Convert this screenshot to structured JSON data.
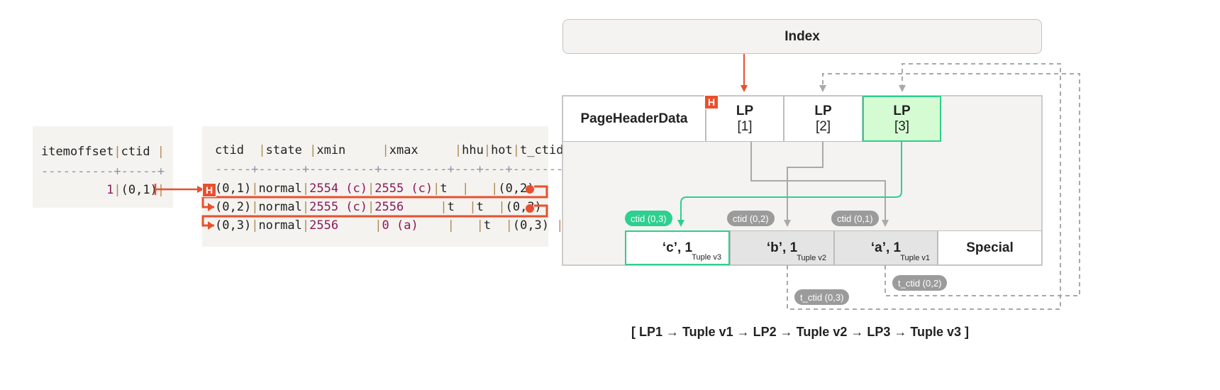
{
  "left_table": {
    "header": {
      "c1": "itemoffset",
      "c2": "ctid"
    },
    "separator": "----------+-----+",
    "row": {
      "itemoffset": "1",
      "ctid": "(0,1)"
    }
  },
  "main_table": {
    "headers": [
      "ctid",
      "state",
      "xmin",
      "xmax",
      "hhu",
      "hot",
      "t_ctid"
    ],
    "separator": "-----+------+---------+---------+---+---+-------+",
    "rows": [
      {
        "ctid": "(0,1)",
        "state": "normal",
        "xmin": "2554 (c)",
        "xmax": "2555 (c)",
        "hhu": "t",
        "hot": "",
        "t_ctid": "(0,2)"
      },
      {
        "ctid": "(0,2)",
        "state": "normal",
        "xmin": "2555 (c)",
        "xmax": "2556",
        "hhu": "t",
        "hot": "t",
        "t_ctid": "(0,3)"
      },
      {
        "ctid": "(0,3)",
        "state": "normal",
        "xmin": "2556",
        "xmax": "0 (a)",
        "hhu": "",
        "hot": "t",
        "t_ctid": "(0,3)"
      }
    ]
  },
  "badge": "H",
  "diagram": {
    "index_label": "Index",
    "page_header_label": "PageHeaderData",
    "line_pointers": [
      {
        "title": "LP",
        "sub": "[1]"
      },
      {
        "title": "LP",
        "sub": "[2]"
      },
      {
        "title": "LP",
        "sub": "[3]"
      }
    ],
    "tuples": [
      {
        "label": "‘c’, 1",
        "version": "Tuple v3"
      },
      {
        "label": "‘b’, 1",
        "version": "Tuple v2"
      },
      {
        "label": "‘a’, 1",
        "version": "Tuple v1"
      }
    ],
    "special_label": "Special",
    "ctid_pills": [
      "ctid (0,3)",
      "ctid (0,2)",
      "ctid (0,1)"
    ],
    "t_ctid_pills": [
      "t_ctid (0,3)",
      "t_ctid (0,2)"
    ],
    "chain_caption": "[ LP1 → Tuple v1 → LP2 → Tuple v2 → LP3 → Tuple v3 ]"
  },
  "colors": {
    "red": "#e8502f",
    "green": "#2ecf8f",
    "green_fill": "#d5fbd3",
    "gray": "#a9a9a9",
    "panel": "#f4f3ef"
  }
}
